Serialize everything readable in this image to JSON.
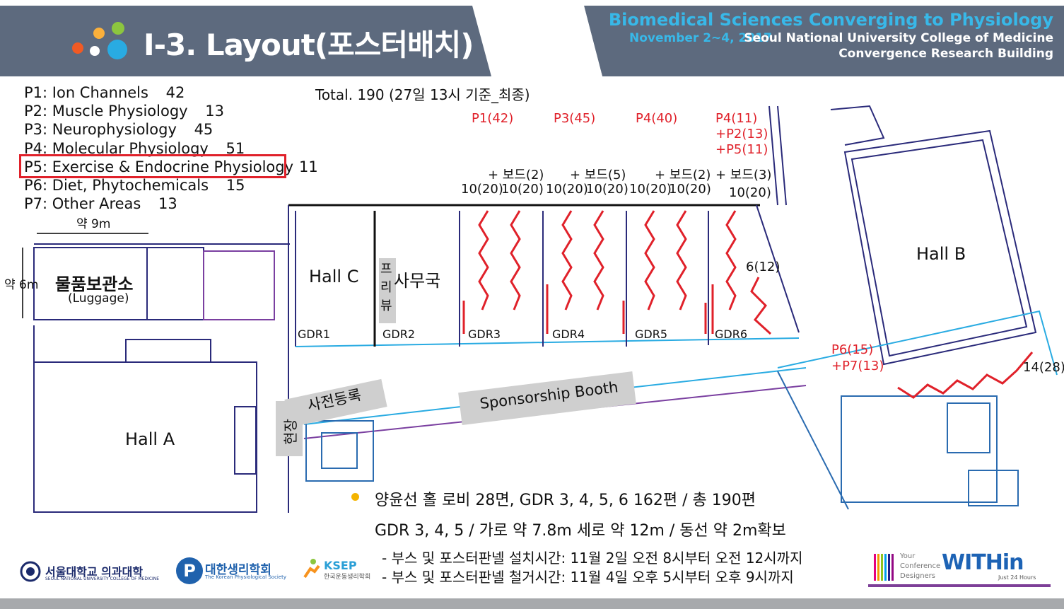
{
  "header": {
    "title": "I-3. Layout(포스터배치)",
    "event_name": "Biomedical Sciences Converging to Physiology",
    "dates": "November 2~4, 2017",
    "venue_line1": "Seoul National University College of Medicine",
    "venue_line2": "Convergence Research Building",
    "colors": {
      "band": "#5d6a7e",
      "accent": "#38b8e8"
    }
  },
  "categories": [
    {
      "label": "P1: Ion Channels",
      "count": "42"
    },
    {
      "label": "P2: Muscle Physiology",
      "count": "13"
    },
    {
      "label": "P3: Neurophysiology",
      "count": "45"
    },
    {
      "label": "P4: Molecular Physiology",
      "count": "51"
    },
    {
      "label": "P5: Exercise & Endocrine Physiology",
      "count": "11",
      "highlighted": true
    },
    {
      "label": "P6: Diet, Phytochemicals",
      "count": "15"
    },
    {
      "label": "P7: Other Areas",
      "count": "13"
    }
  ],
  "total": "Total. 190 (27일 13시 기준_최종)",
  "floor": {
    "dim_width": "약 9m",
    "dim_height": "약 6m",
    "poster_groups": [
      "P1(42)",
      "P3(45)",
      "P4(40)",
      "P4(11)",
      "+P2(13)",
      "+P5(11)"
    ],
    "boards": [
      "+ 보드(2)",
      "+ 보드(5)",
      "+ 보드(2)",
      "+ 보드(3)"
    ],
    "slots": [
      "10(20)",
      "10(20)",
      "10(20)",
      "10(20)",
      "10(20)",
      "10(20)",
      "10(20)"
    ],
    "gdr_labels": [
      "GDR1",
      "GDR2",
      "GDR3",
      "GDR4",
      "GDR5",
      "GDR6"
    ],
    "gdr6_side": "6(12)",
    "p6_p7": [
      "P6(15)",
      "+P7(13)"
    ],
    "hall_b_count": "14(28)",
    "rooms": {
      "luggage_ko": "물품보관소",
      "luggage_en": "(Luggage)",
      "hall_a": "Hall A",
      "hall_b": "Hall B",
      "hall_c": "Hall C",
      "office": "사무국",
      "projection": "프리뷰",
      "pre_registration": "사전등록",
      "onsite": "현장",
      "sponsorship": "Sponsorship Booth"
    },
    "red_color": "#e0212a"
  },
  "notes": {
    "bullet": "양윤선 홀 로비 28면, GDR 3, 4, 5, 6 162편 / 총 190편",
    "dims": "GDR 3, 4, 5 / 가로 약 7.8m 세로 약 12m / 동선 약 2m확보",
    "install": "- 부스 및 포스터판넬 설치시간: 11월 2일 오전 8시부터 오전 12시까지",
    "removal": "- 부스 및 포스터판넬 철거시간: 11월 4일 오후 5시부터 오후 9시까지"
  },
  "footer": {
    "snu": "서울대학교 의과대학",
    "snu_sub": "SEOUL NATIONAL UNIVERSITY COLLEGE OF MEDICINE",
    "kps": "대한생리학회",
    "kps_sub": "The Korean Physiological Society",
    "ksep": "KSEP",
    "ksep_sub": "한국운동생리학회",
    "within_tag1": "Your",
    "within_tag2": "Conference",
    "within_tag3": "Designers",
    "within_brand": "WITHin",
    "within_sub": "Just 24 Hours"
  }
}
